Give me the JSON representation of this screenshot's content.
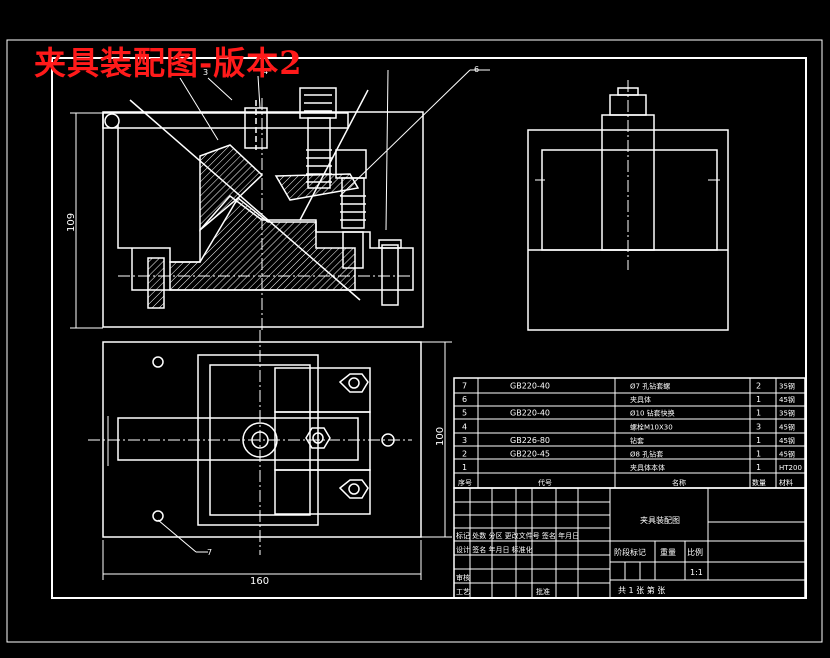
{
  "watermark": "夹具装配图-版本2",
  "dimensions": {
    "height_front": "109",
    "height_plan": "100",
    "width_plan": "160"
  },
  "balloons": {
    "b3": "3",
    "b4": "4",
    "b6": "6",
    "b7": "7"
  },
  "parts_list": {
    "rows": [
      {
        "no": "7",
        "code": "GB220-40",
        "name": "Ø7 孔钻套螺",
        "qty": "2",
        "material": "35钢"
      },
      {
        "no": "6",
        "code": "",
        "name": "夹具体",
        "qty": "1",
        "material": "45钢"
      },
      {
        "no": "5",
        "code": "GB220-40",
        "name": "Ø10 钻套快换",
        "qty": "1",
        "material": "35钢"
      },
      {
        "no": "4",
        "code": "",
        "name": "螺栓M10X30",
        "qty": "3",
        "material": "45钢"
      },
      {
        "no": "3",
        "code": "GB226-80",
        "name": "钻套",
        "qty": "1",
        "material": "45钢"
      },
      {
        "no": "2",
        "code": "GB220-45",
        "name": "Ø8 孔钻套",
        "qty": "1",
        "material": "45钢"
      },
      {
        "no": "1",
        "code": "",
        "name": "夹具体本体",
        "qty": "1",
        "material": "HT200"
      }
    ],
    "header": {
      "no": "序号",
      "code": "代号",
      "name": "名称",
      "qty": "数量",
      "material": "材料"
    }
  },
  "title_block": {
    "drawing_name": "夹具装配图",
    "rev_row": "标记 处数 分区 更改文件号 签名 年月日",
    "design_row": "设计 签名 年月日 标准化",
    "stage_label": "阶段标记",
    "weight_label": "重量",
    "scale_label": "比例",
    "scale_value": "1:1",
    "audit_label": "审核",
    "process_label": "工艺",
    "approve_label": "批准",
    "sheet_row": "共 1 张 第 张"
  }
}
